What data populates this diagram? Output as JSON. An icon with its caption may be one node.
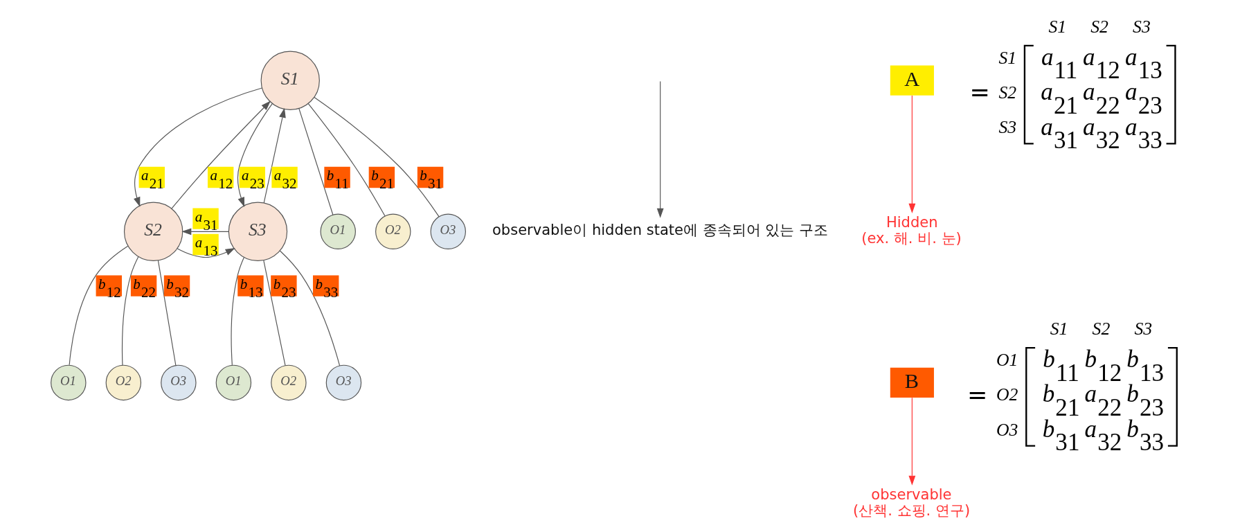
{
  "diagram": {
    "nodes": [
      {
        "text": [
          "S1"
        ]
      },
      {
        "text": [
          "S2"
        ]
      },
      {
        "text": [
          "S3"
        ]
      },
      {
        "text": [
          "O1"
        ]
      },
      {
        "text": [
          "O2"
        ]
      },
      {
        "text": [
          "O3"
        ]
      },
      {
        "text": [
          "O1"
        ]
      },
      {
        "text": [
          "O2"
        ]
      },
      {
        "text": [
          "O3"
        ]
      },
      {
        "text": [
          "O1"
        ]
      },
      {
        "text": [
          "O2"
        ]
      },
      {
        "text": [
          "O3"
        ]
      },
      {
        "text": [
          "observable이 hidden state에 종속되어 있는 구조"
        ]
      },
      {
        "text": [
          "A"
        ]
      },
      {
        "text": [
          "Hidden",
          "(ex. 해. 비. 눈)"
        ]
      },
      {
        "text": [
          "B"
        ]
      },
      {
        "text": [
          "observable",
          "(산책. 쇼핑. 연구)"
        ]
      }
    ],
    "edges": [
      {
        "from": 0,
        "to": 1,
        "arrow": "to",
        "label": "a$_{21}$"
      },
      {
        "from": 1,
        "to": 0,
        "arrow": "to",
        "label": "a$_{12}$"
      },
      {
        "from": 0,
        "to": 2,
        "arrow": "to",
        "label": "a$_{23}$"
      },
      {
        "from": 2,
        "to": 0,
        "arrow": "to",
        "label": "a$_{32}$"
      },
      {
        "from": 2,
        "to": 1,
        "arrow": "to",
        "label": "a$_{31}$"
      },
      {
        "from": 1,
        "to": 2,
        "arrow": "to",
        "label": "a$_{13}$"
      },
      {
        "from": 0,
        "to": 3,
        "arrow": "none",
        "label": "b$_{11}$"
      },
      {
        "from": 0,
        "to": 4,
        "arrow": "none",
        "label": "b$_{21}$"
      },
      {
        "from": 0,
        "to": 5,
        "arrow": "none",
        "label": "b$_{31}$"
      },
      {
        "from": 1,
        "to": 6,
        "arrow": "none",
        "label": "b$_{12}$"
      },
      {
        "from": 1,
        "to": 7,
        "arrow": "none",
        "label": "b$_{22}$"
      },
      {
        "from": 1,
        "to": 8,
        "arrow": "none",
        "label": "b$_{32}$"
      },
      {
        "from": 2,
        "to": 9,
        "arrow": "none",
        "label": "b$_{13}$"
      },
      {
        "from": 2,
        "to": 10,
        "arrow": "none",
        "label": "b$_{23}$"
      },
      {
        "from": 2,
        "to": 11,
        "arrow": "none",
        "label": "b$_{33}$"
      },
      {
        "from": null,
        "to": 12,
        "arrow": "to"
      },
      {
        "from": 13,
        "to": 14,
        "arrow": "to",
        "color": "#ff3333"
      },
      {
        "from": 15,
        "to": 16,
        "arrow": "to",
        "color": "#ff3333"
      }
    ],
    "labels": [
      "=",
      "S1",
      "S2",
      "S3",
      "S1",
      "a$_{11}$",
      "a$_{12}$",
      "a$_{13}$",
      "S2",
      "a$_{21}$",
      "a$_{22}$",
      "a$_{23}$",
      "S3",
      "a$_{31}$",
      "a$_{32}$",
      "a$_{33}$",
      "=",
      "S1",
      "S2",
      "S3",
      "O1",
      "b$_{11}$",
      "b$_{12}$",
      "b$_{13}$",
      "O2",
      "b$_{21}$",
      "a$_{22}$",
      "b$_{23}$",
      "O3",
      "b$_{31}$",
      "a$_{32}$",
      "b$_{33}$"
    ]
  }
}
